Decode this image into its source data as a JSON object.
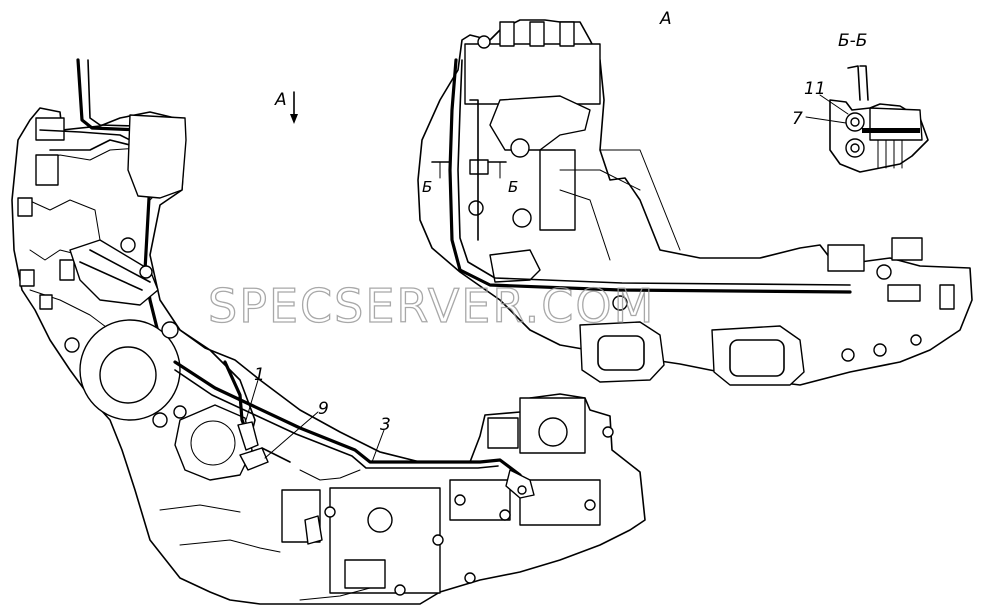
{
  "labels": {
    "view_a_arrow": "А",
    "view_a_title": "А",
    "section_title": "Б-Б",
    "section_mark_left": "Б",
    "section_mark_right": "Б",
    "callout_1": "1",
    "callout_3": "3",
    "callout_9": "9",
    "callout_11": "11",
    "callout_7": "7"
  },
  "watermark": "SPECSERVER.COM"
}
